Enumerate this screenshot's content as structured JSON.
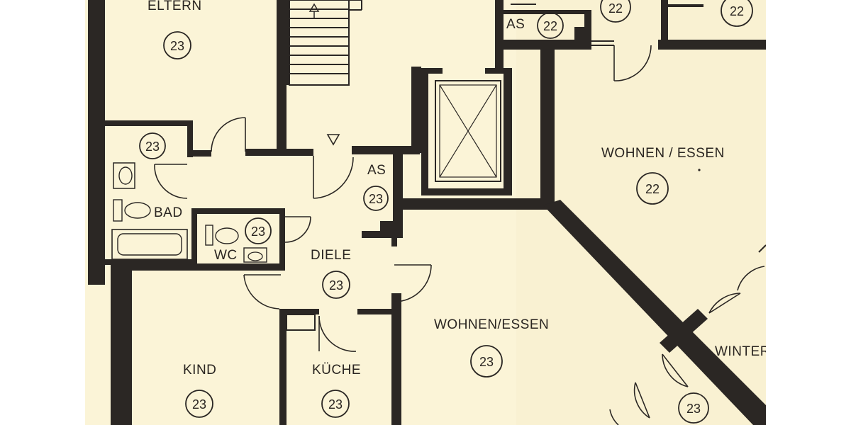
{
  "colors": {
    "paper": "#fbf4d7",
    "ink": "#2b2724",
    "margin": "#ffffff"
  },
  "rooms": {
    "eltern": {
      "label": "ELTERN",
      "number": "23"
    },
    "bad": {
      "label": "BAD",
      "number": "23"
    },
    "wc": {
      "label": "WC",
      "number": "23"
    },
    "as_left": {
      "label": "AS",
      "number": "23"
    },
    "diele": {
      "label": "DIELE",
      "number": "23"
    },
    "kind": {
      "label": "KIND",
      "number": "23"
    },
    "kueche": {
      "label": "KÜCHE",
      "number": "23"
    },
    "wohnen_left": {
      "label": "WOHNEN/ESSEN",
      "number": "23"
    },
    "as_top": {
      "label": "AS",
      "number": "22"
    },
    "top_mid": {
      "number": "22"
    },
    "top_right": {
      "number": "22"
    },
    "wohnen_right": {
      "label": "WOHNEN / ESSEN",
      "number": "22"
    },
    "winter": {
      "label": "WINTER"
    },
    "bottom_right": {
      "number": "23"
    }
  },
  "icons": [
    "stair-up-arrow-icon",
    "stair-down-arrow-icon",
    "elevator-icon",
    "toilet-icon",
    "sink-icon",
    "bathtub-icon"
  ]
}
